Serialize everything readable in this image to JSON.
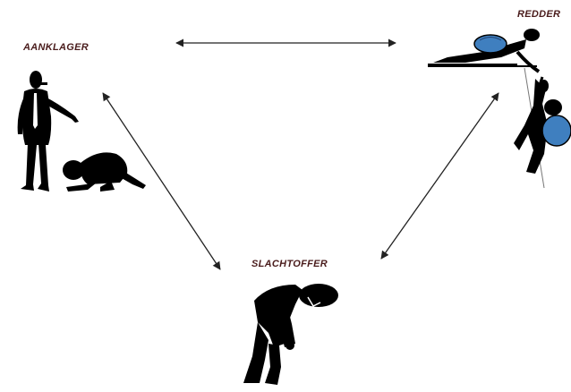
{
  "roles": {
    "accuser": {
      "label": "AANKLAGER"
    },
    "rescuer": {
      "label": "REDDER"
    },
    "victim": {
      "label": "SLACHTOFFER"
    }
  },
  "relations": [
    {
      "from": "accuser",
      "to": "rescuer",
      "style": "double-arrow"
    },
    {
      "from": "accuser",
      "to": "victim",
      "style": "double-arrow"
    },
    {
      "from": "rescuer",
      "to": "victim",
      "style": "double-arrow"
    }
  ],
  "colors": {
    "label_text": "#4a1c1c",
    "figure": "#000000",
    "backpack": "#3f7fbf",
    "arrow": "#222222",
    "background": "#ffffff"
  }
}
